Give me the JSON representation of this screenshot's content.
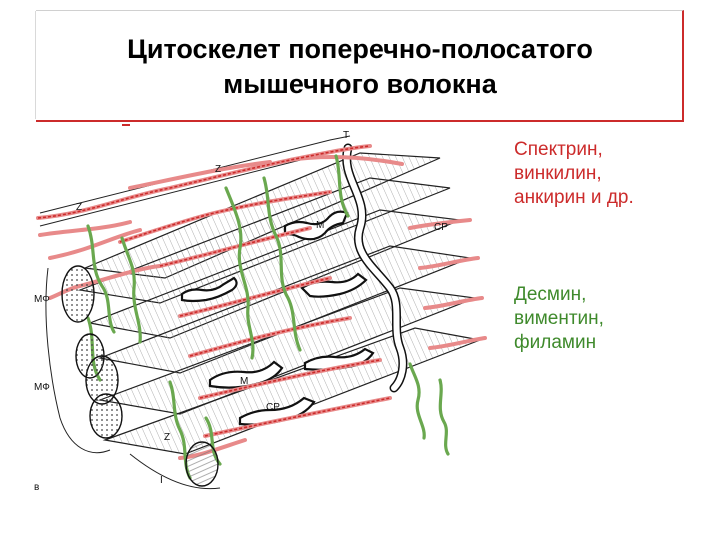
{
  "title": {
    "line1": "Цитоскелет поперечно-полосатого",
    "line2": "мышечного волокна"
  },
  "legend": {
    "red_group": [
      "Спектрин,",
      "винкилин,",
      "анкирин и др."
    ],
    "green_group": [
      "Десмин,",
      "виментин,",
      "филамин"
    ]
  },
  "figure_labels": {
    "t": "Т",
    "z_top": "Z",
    "z_left": "Z",
    "m_top": "M",
    "cp_right": "CP",
    "mf_upper": "МФ",
    "mf_lower": "МФ",
    "m_middle": "M",
    "cp_middle": "CP",
    "z_bottom": "Z",
    "i_label": "I",
    "panel_letter": "в"
  },
  "colors": {
    "red_protein": "#cc2b2b",
    "pink_membrane": "#e88a8a",
    "green_filament": "#6aa84f",
    "line": "#222222"
  }
}
